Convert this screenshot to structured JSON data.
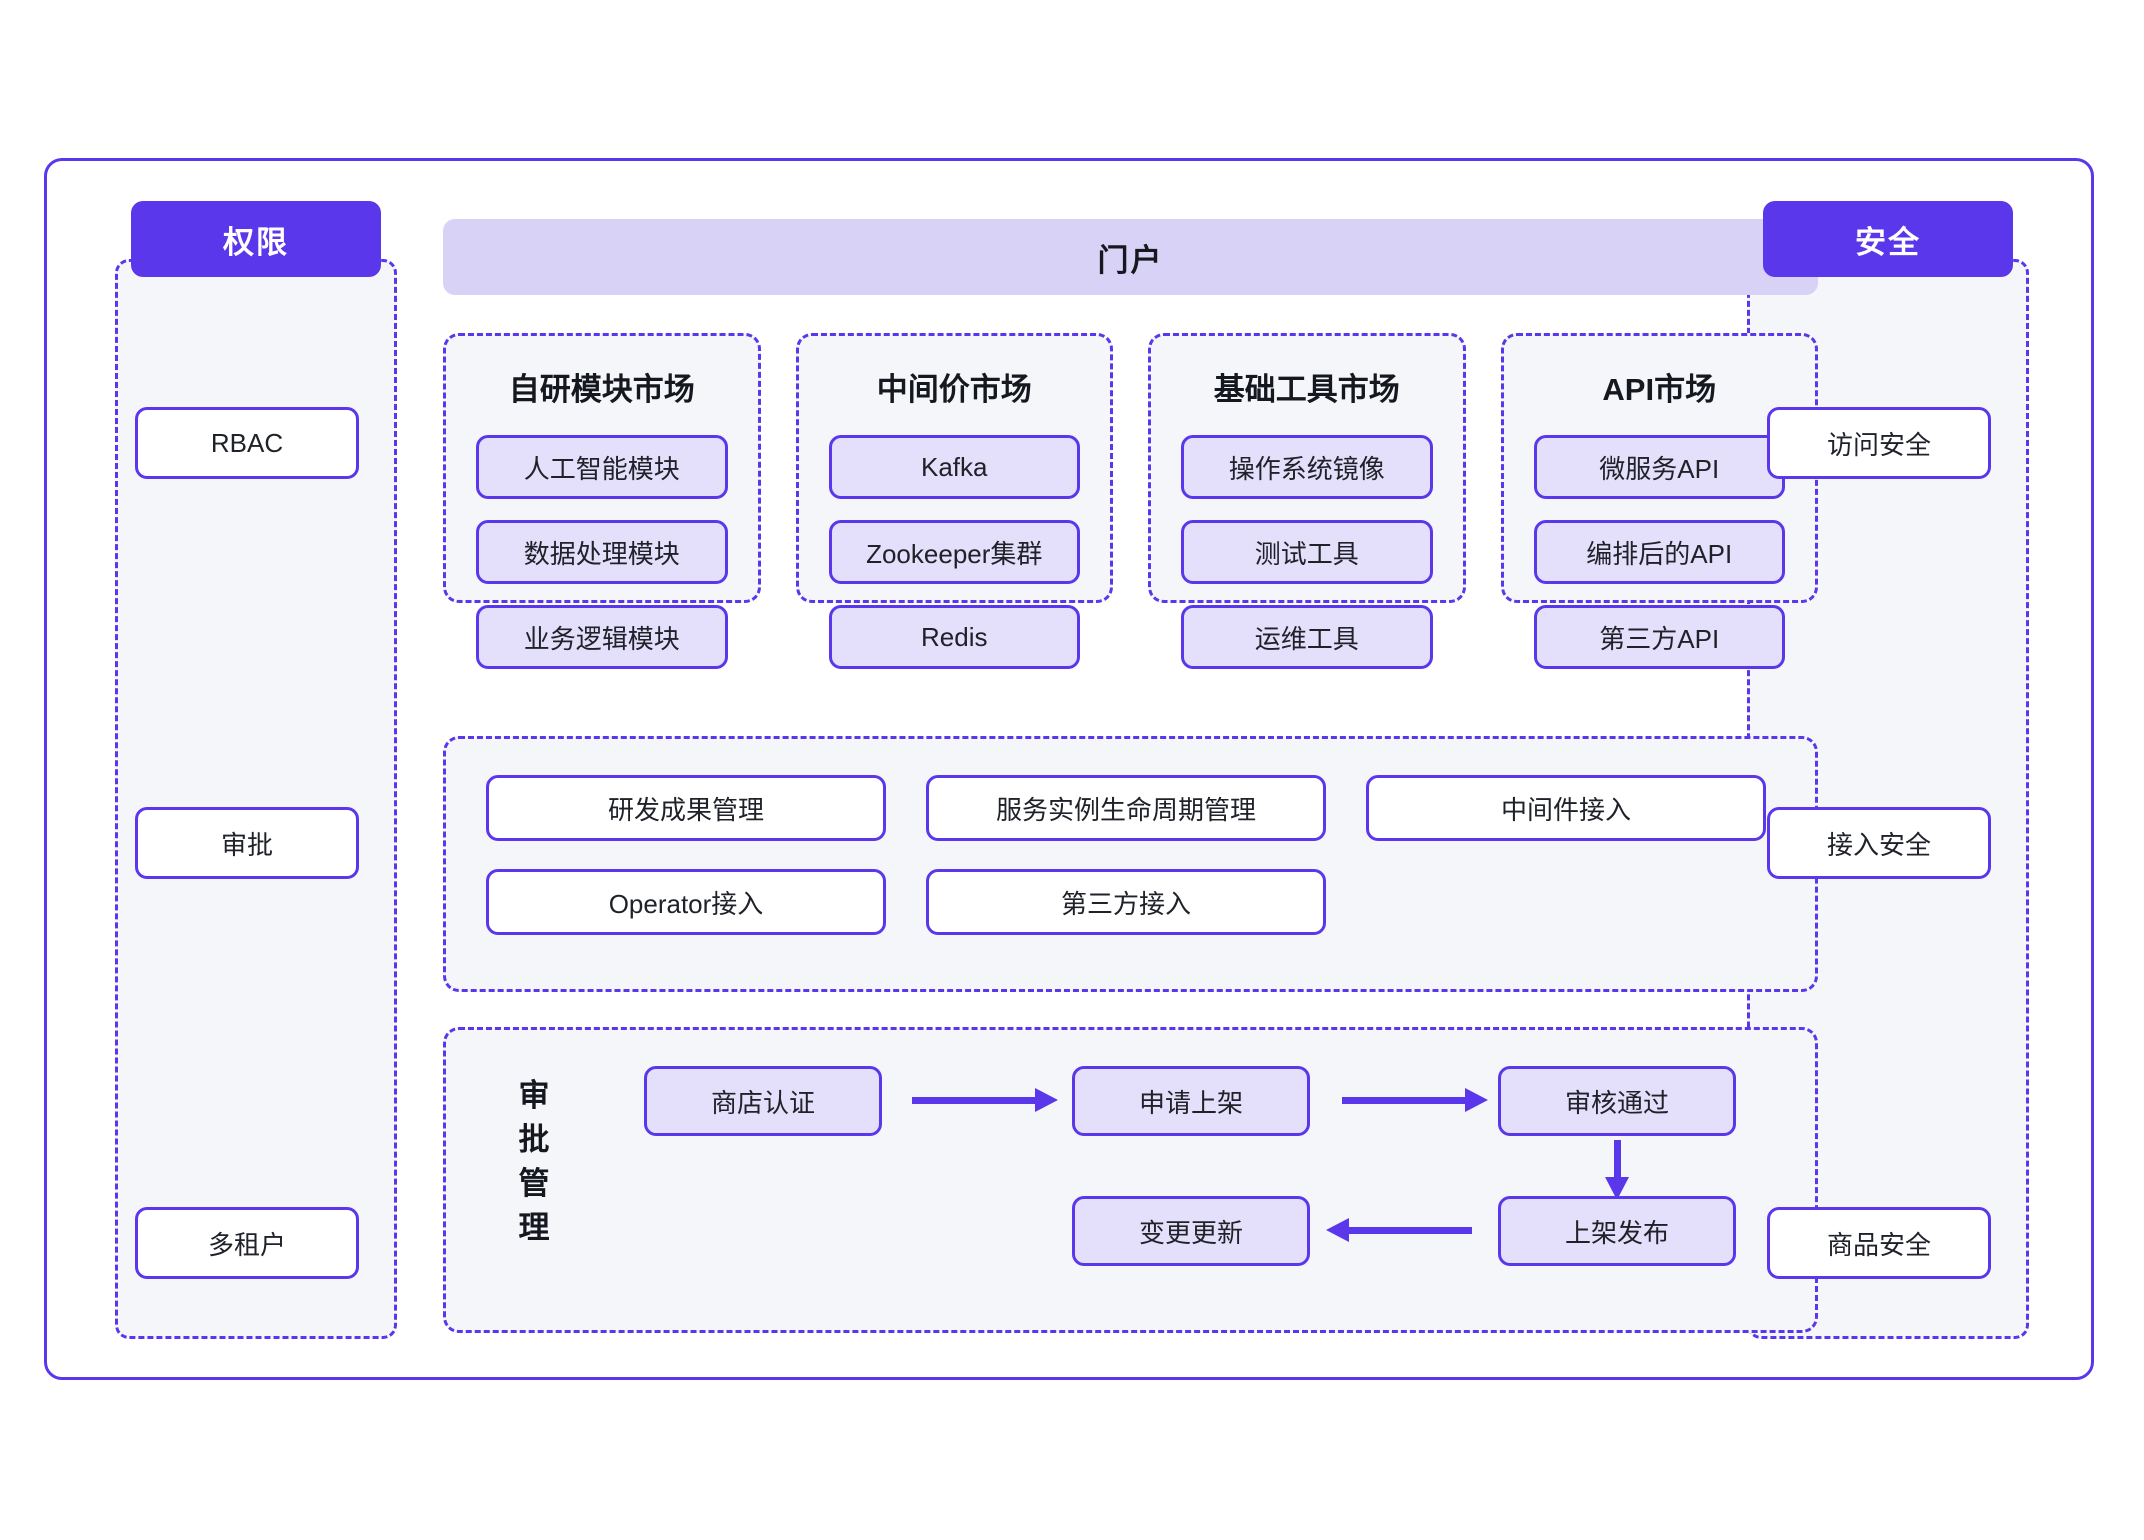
{
  "portal": {
    "title": "门户"
  },
  "left_panel": {
    "header": "权限",
    "items": [
      {
        "label": "RBAC"
      },
      {
        "label": "审批"
      },
      {
        "label": "多租户"
      }
    ]
  },
  "right_panel": {
    "header": "安全",
    "items": [
      {
        "label": "访问安全"
      },
      {
        "label": "接入安全"
      },
      {
        "label": "商品安全"
      }
    ]
  },
  "markets": [
    {
      "title": "自研模块市场",
      "items": [
        "人工智能模块",
        "数据处理模块",
        "业务逻辑模块"
      ]
    },
    {
      "title": "中间价市场",
      "items": [
        "Kafka",
        "Zookeeper集群",
        "Redis"
      ]
    },
    {
      "title": "基础工具市场",
      "items": [
        "操作系统镜像",
        "测试工具",
        "运维工具"
      ]
    },
    {
      "title": "API市场",
      "items": [
        "微服务API",
        "编排后的API",
        "第三方API"
      ]
    }
  ],
  "capabilities": {
    "row1": [
      "研发成果管理",
      "服务实例生命周期管理",
      "中间件接入"
    ],
    "row2": [
      "Operator接入",
      "第三方接入"
    ]
  },
  "approval": {
    "label": "审批管理",
    "nodes": {
      "shop": "商店认证",
      "apply": "申请上架",
      "pass": "审核通过",
      "publish": "上架发布",
      "change": "变更更新"
    }
  },
  "colors": {
    "primary": "#5B37EB",
    "chip_fill": "#E4DFFA",
    "panel_fill": "#F5F6FA",
    "portal_fill": "#D9D2F7",
    "text": "#16181F"
  }
}
